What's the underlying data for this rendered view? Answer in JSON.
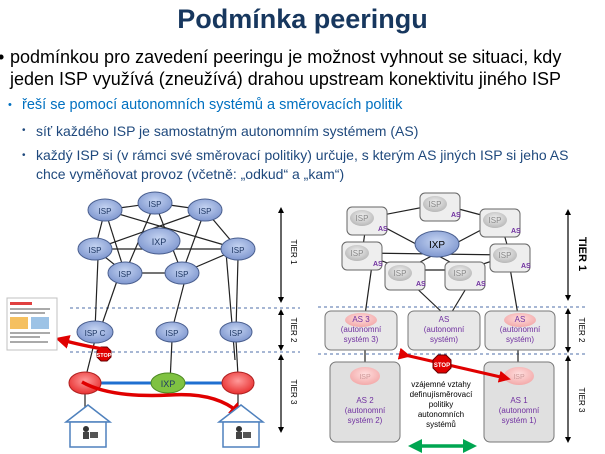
{
  "slide": {
    "title": "Podmínka peeringu",
    "bullets": [
      "podmínkou pro zavedení peeringu je možnost vyhnout se situaci, kdy jeden ISP využívá (zneužívá) drahou upstream konektivitu jiného ISP",
      "řeší se pomocí autonomních systémů a směrovacích politik",
      "síť každého ISP je samostatným autonomním systémem (AS)",
      "každý ISP si (v rámci své směrovací politiky) určuje, s kterým AS jiných ISP si jeho AS chce vyměňovat provoz (včetně: „odkud“ a „kam“)"
    ]
  },
  "diagram": {
    "left": {
      "isp": "ISP",
      "ixp": "IXP",
      "isp_c": "ISP C",
      "stop": "STOP",
      "tiers": [
        "TIER 1",
        "TIER 2",
        "TIER 3"
      ]
    },
    "right": {
      "isp": "ISP",
      "as": "AS",
      "ixp": "IXP",
      "as3": [
        "AS 3",
        "(autonomní",
        "systém 3)"
      ],
      "as_mid": [
        "AS",
        "(autonomní",
        "systém)"
      ],
      "as_right": [
        "AS",
        "(autonomní",
        "systém)"
      ],
      "as2": [
        "AS 2",
        "(autonomní",
        "systém 2)"
      ],
      "as1": [
        "AS 1",
        "(autonomní",
        "systém 1)"
      ],
      "relations": [
        "vzájemné vztahy",
        "definujísměrovací",
        "politiky",
        "autonomních",
        "systémů"
      ],
      "stop": "STOP",
      "tiers": [
        "TIER 1",
        "TIER 2",
        "TIER 3"
      ]
    }
  },
  "colors": {
    "title": "#17375e",
    "bullet_l2": "#0070c0",
    "bullet_l3": "#1f497d",
    "cloud_blue": "#8fa8dc",
    "cloud_red": "#ff5050",
    "ixp_green": "#7fc241",
    "arrow_red": "#e00000",
    "arrow_green": "#00a651"
  }
}
